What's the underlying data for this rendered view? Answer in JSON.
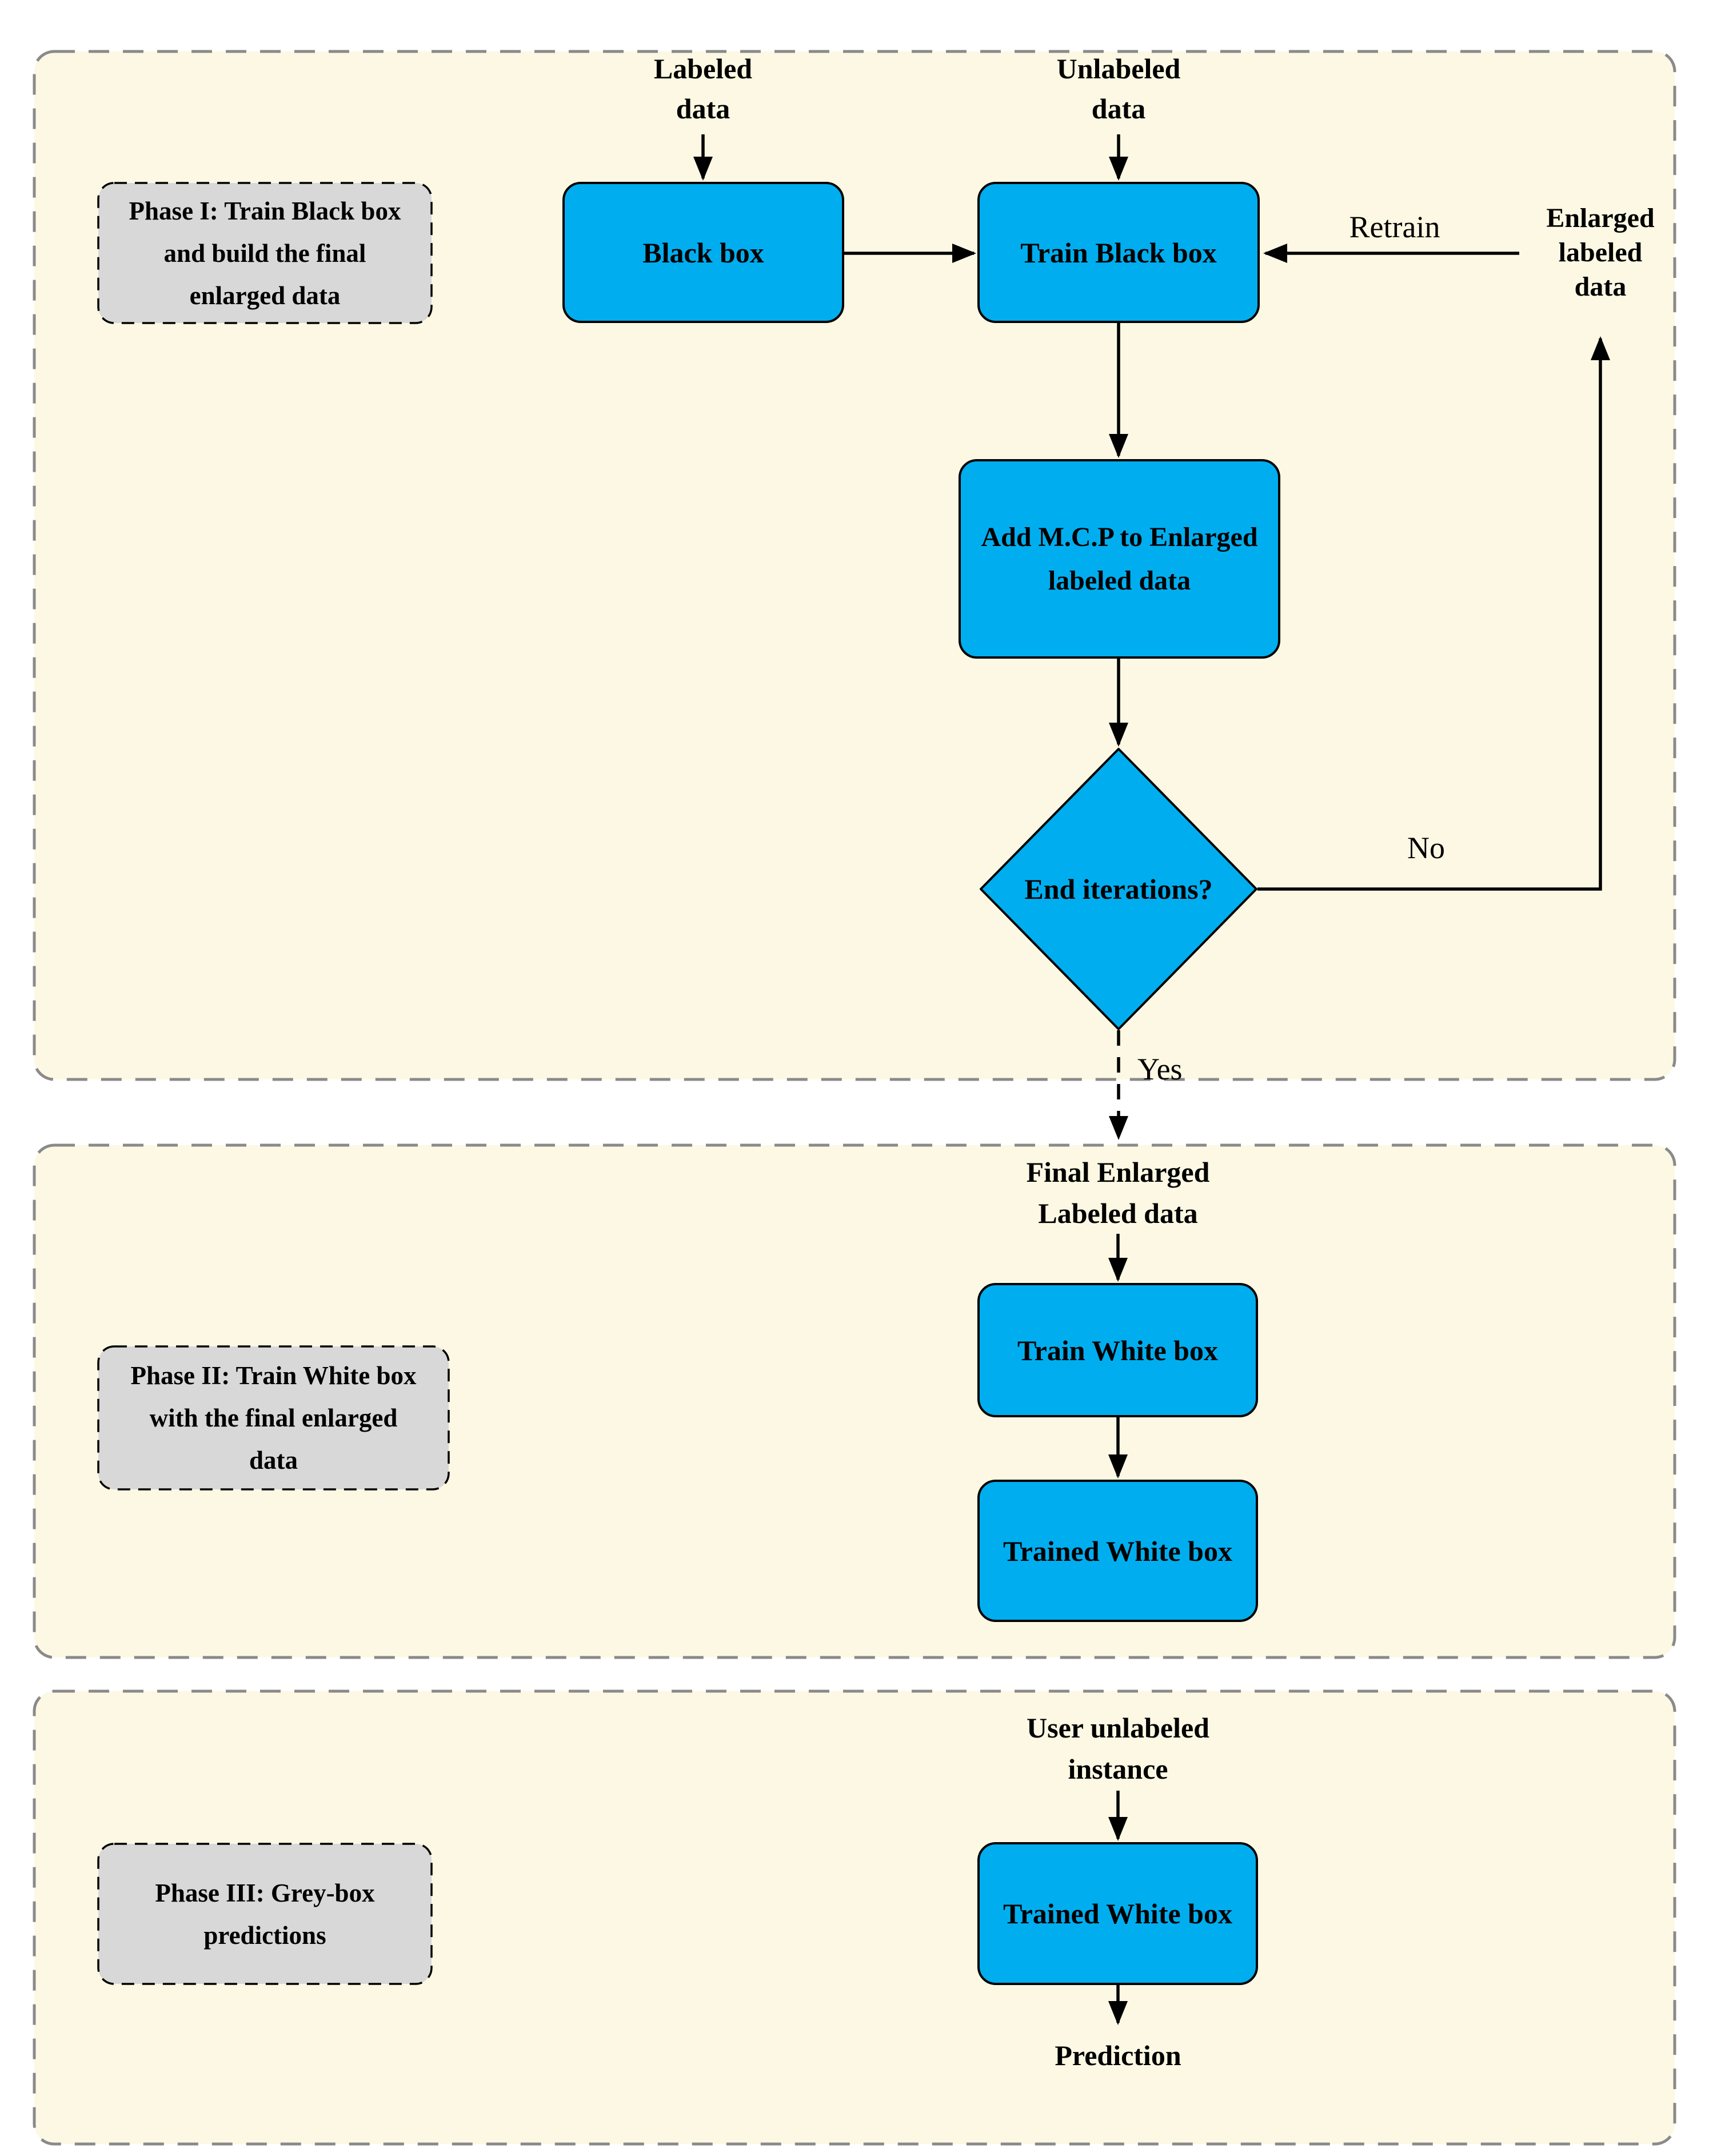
{
  "colors": {
    "canvas_bg": "#ffffff",
    "phase_bg": "#FCF8E3",
    "phase_border": "#8a8a8a",
    "node_fill": "#00AEEF",
    "node_border": "#000000",
    "label_fill": "#D8D8D8",
    "text": "#000000"
  },
  "phases": {
    "phase1": {
      "label": "Phase I: Train Black box\nand build the final\nenlarged data"
    },
    "phase2": {
      "label": "Phase II: Train White box\nwith the final enlarged\ndata"
    },
    "phase3": {
      "label": "Phase III: Grey-box\npredictions"
    }
  },
  "nodes": {
    "black_box": "Black box",
    "train_black_box": "Train Black box",
    "add_mcp": "Add M.C.P to Enlarged\nlabeled data",
    "end_iterations": "End iterations?",
    "train_white_box": "Train White box",
    "trained_white_box": "Trained White box",
    "trained_white_box_p3": "Trained White box"
  },
  "annotations": {
    "labeled_data": "Labeled\ndata",
    "unlabeled_data": "Unlabeled\ndata",
    "enlarged_labeled_data": "Enlarged\nlabeled\ndata",
    "final_enlarged_labeled_data": "Final Enlarged\nLabeled data",
    "user_unlabeled_instance": "User unlabeled\ninstance",
    "prediction": "Prediction"
  },
  "edge_labels": {
    "retrain": "Retrain",
    "no": "No",
    "yes": "Yes"
  }
}
